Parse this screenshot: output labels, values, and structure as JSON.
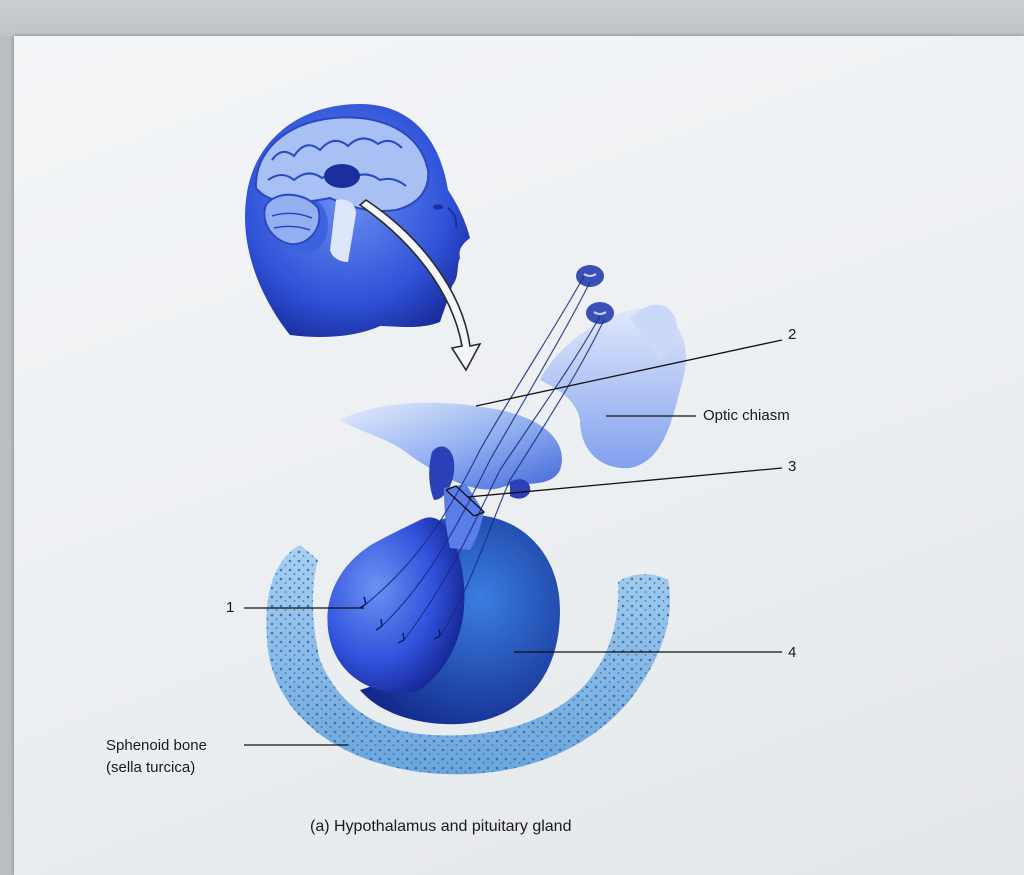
{
  "labels": {
    "num1": "1",
    "num2": "2",
    "num3": "3",
    "num4": "4",
    "optic_chiasm": "Optic chiasm",
    "sphenoid_line1": "Sphenoid bone",
    "sphenoid_line2": "(sella turcica)"
  },
  "caption": "(a)  Hypothalamus and pituitary gland",
  "colors": {
    "gland_dark": "#1e2fa6",
    "gland_mid": "#3f63e6",
    "gland_light": "#8fb2f5",
    "bone": "#7fb3e2",
    "leader_line": "#111111"
  }
}
